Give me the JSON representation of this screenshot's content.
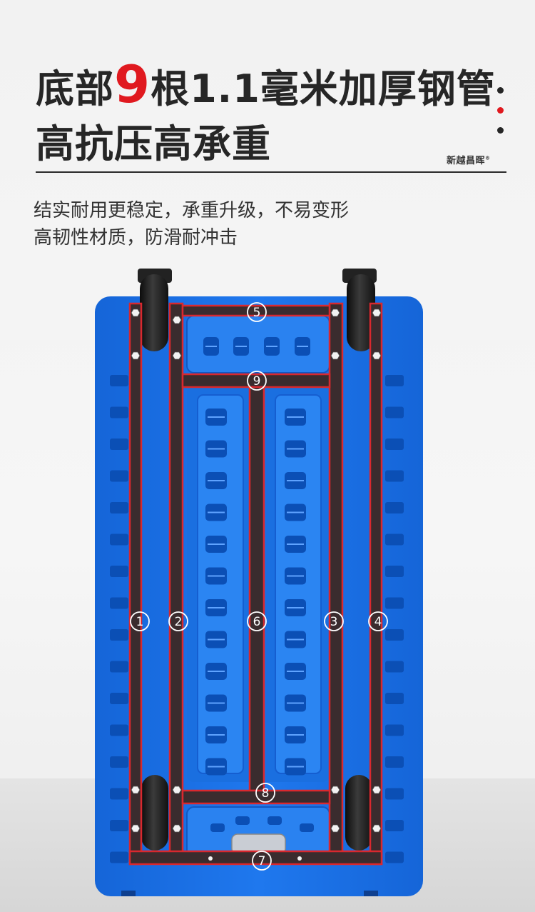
{
  "headline": {
    "prefix": "底部",
    "highlight": "9",
    "suffix": "根1.1毫米加厚钢管",
    "line2": "高抗压高承重"
  },
  "brand": {
    "name": "新越昌晖",
    "mark": "®"
  },
  "description": {
    "line1": "结实耐用更稳定，承重升级，不易变形",
    "line2": "高韧性材质，防滑耐冲击"
  },
  "tube_labels": [
    "1",
    "2",
    "3",
    "4",
    "5",
    "6",
    "7",
    "8",
    "9"
  ],
  "colors": {
    "accent": "#e0191f",
    "text": "#262626",
    "platform_blue": "#1a6fe0",
    "tube": "#3a2c2e",
    "outline": "#d9282e"
  },
  "icons": {
    "dots": "three-dots-vertical-icon",
    "wheels": "caster-wheel-icon"
  }
}
